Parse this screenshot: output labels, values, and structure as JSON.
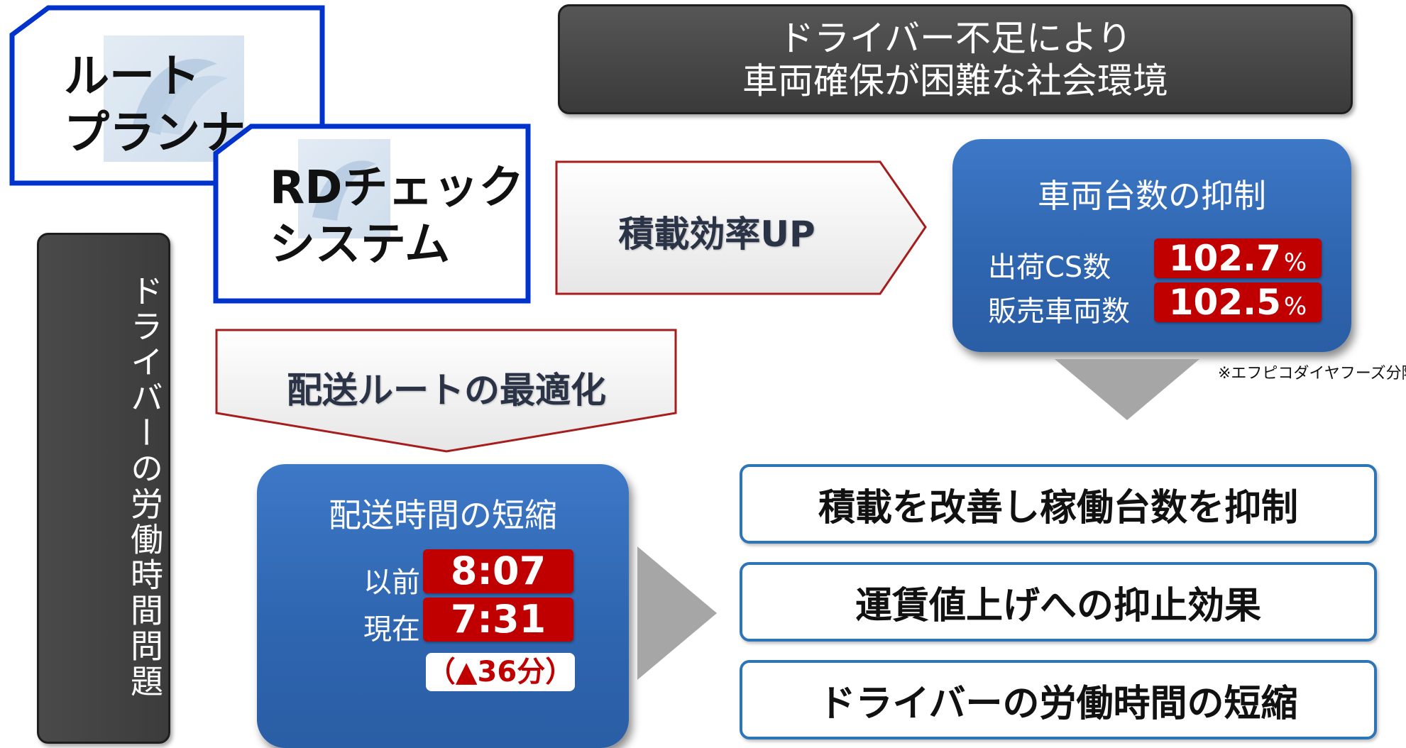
{
  "banner": {
    "line1": "ドライバー不足により",
    "line2": "車両確保が困難な社会環境"
  },
  "side_bar": {
    "text": "ドライバーの労働時間問題"
  },
  "product_route": {
    "line1": "ルート",
    "line2": "プランナー"
  },
  "product_rd": {
    "line1": "RDチェック",
    "line2": "システム"
  },
  "ribbon_efficiency": "積載効率UP",
  "ribbon_route": "配送ルートの最適化",
  "vehicle_panel": {
    "title": "車両台数の抑制",
    "rows": [
      {
        "label": "出荷CS数",
        "value": "102.7",
        "unit": "%"
      },
      {
        "label": "販売車両数",
        "value": "102.5",
        "unit": "%"
      }
    ]
  },
  "footnote": "※エフピコダイヤフーズ分除く",
  "time_panel": {
    "title": "配送時間の短縮",
    "rows": [
      {
        "label": "以前",
        "value": "8:07"
      },
      {
        "label": "現在",
        "value": "7:31"
      }
    ],
    "delta": "（▲36分）"
  },
  "outcomes": [
    "積載を改善し稼働台数を抑制",
    "運賃値上げへの抑止効果",
    "ドライバーの労働時間の短縮"
  ],
  "colors": {
    "panel_blue": "#2f66b0",
    "value_red": "#c00000",
    "dark_box": "#3f3f3f",
    "frame_blue": "#0033cc",
    "ribbon_border": "#a51d1d",
    "arrow_gray": "#a6a6a6"
  }
}
